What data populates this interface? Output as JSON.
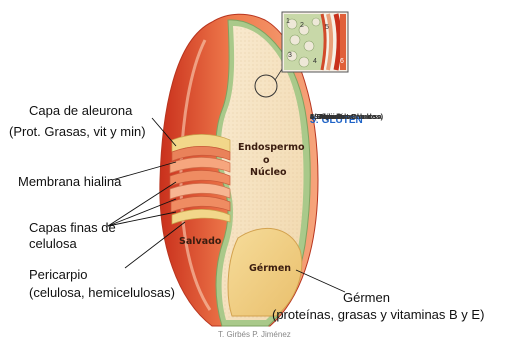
{
  "labels": {
    "aleurona_title": "Capa de aleurona",
    "aleurona_detail": "(Prot. Grasas, vit y min)",
    "membrana_hialina": "Membrana hialina",
    "capas_finas_1": "Capas finas de",
    "capas_finas_2": "celulosa",
    "pericarpio_title": "Pericarpio",
    "pericarpio_detail": "(celulosa, hemicelulosas)",
    "germen_title": "Gérmen",
    "germen_detail": "(proteínas, grasas y vitaminas B y E)"
  },
  "inner_labels": {
    "endospermo": "Endospermo",
    "o": "o",
    "nucleo": "Núcleo",
    "salvado": "Salvado",
    "germen": "Gérmen"
  },
  "legend": [
    "1: Pared deCelulosa",
    "2: Almidón",
    "(Gránulos Blancos)",
    "3: GLUTEN",
    "4: Aleurona",
    "5:Hialina",
    "6:Capa Externo de",
    "Salvado"
  ],
  "inset_numbers": [
    "1",
    "2",
    "3",
    "4",
    "5",
    "6"
  ],
  "credit": "T. Girbés P. Jiménez",
  "colors": {
    "bran_outer": "#d9442a",
    "bran_mid": "#f07a4a",
    "bran_light": "#f8b08a",
    "aleurone": "#f2d78a",
    "hyaline": "#b8d49a",
    "endosperm": "#f7e3bf",
    "germ": "#f4d38a",
    "gluten": "#1e63c7"
  }
}
